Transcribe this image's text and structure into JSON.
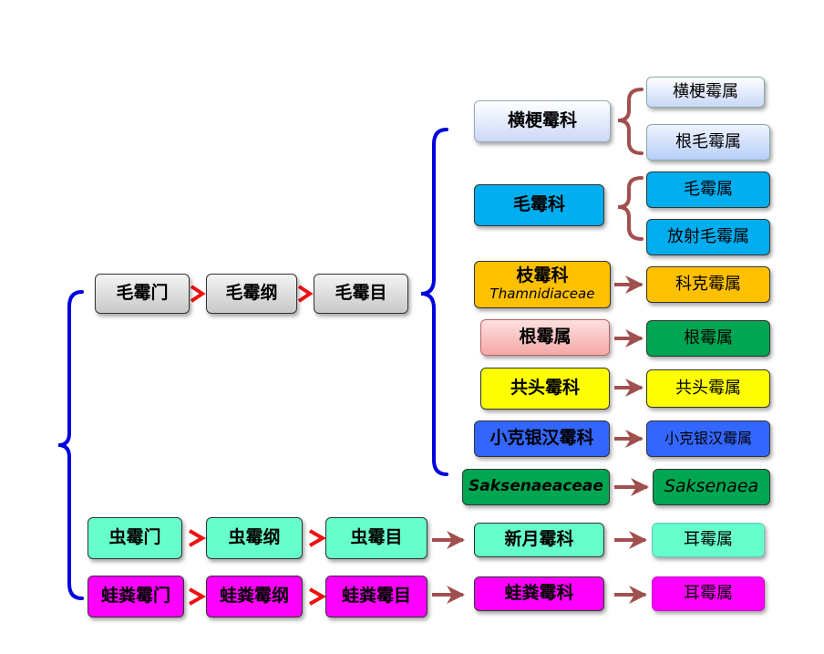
{
  "colors": {
    "brace_blue": "#0000dd",
    "brace_brown": "#a0504e",
    "arrow_red": "#ee1111",
    "arrow_brown": "#a0504e",
    "gray_box": "#d8d8d8",
    "aqua_box": "#66ffcc",
    "magenta_box": "#ff00ff",
    "blue_box": "#00aeef",
    "orange_box": "#ffc000",
    "pink_box": "#f8c0c0",
    "yellow_box": "#ffff00",
    "royal_box": "#3366ff",
    "green_box": "#00a651",
    "light_blue_box": "#d6e2fb"
  },
  "chain_mucor": {
    "phylum": "毛霉门",
    "class": "毛霉纲",
    "order": "毛霉目"
  },
  "chain_zoopag": {
    "phylum": "虫霉门",
    "class": "虫霉纲",
    "order": "虫霉目"
  },
  "chain_basid": {
    "phylum": "蛙粪霉门",
    "class": "蛙粪霉纲",
    "order": "蛙粪霉目"
  },
  "families": {
    "syncephalastraceae": "横梗霉科",
    "mucoraceae": "毛霉科",
    "thamnidiaceae": "枝霉科",
    "thamnidiaceae_latin": "Thamnidiaceae",
    "rhizopus": "根霉属",
    "cunninghamellaceae": "共头霉科",
    "cunninghamellaceae2": "小克银汉霉科",
    "saksenaeaceae": "Saksenaeaceae",
    "neocallimastix": "新月霉科",
    "basidiobolaceae": "蛙粪霉科"
  },
  "genera": {
    "lichtheimia": "横梗霉属",
    "rhizomucor": "根毛霉属",
    "mucor": "毛霉属",
    "actinomucor": "放射毛霉属",
    "cokeromyces": "科克霉属",
    "rhizopus": "根霉属",
    "syncephalastrum": "共头霉属",
    "cunninghamella": "小克银汉霉属",
    "saksenaea": "Saksenaea",
    "conidiobolus": "耳霉属",
    "basidiobolus": "耳霉属"
  }
}
